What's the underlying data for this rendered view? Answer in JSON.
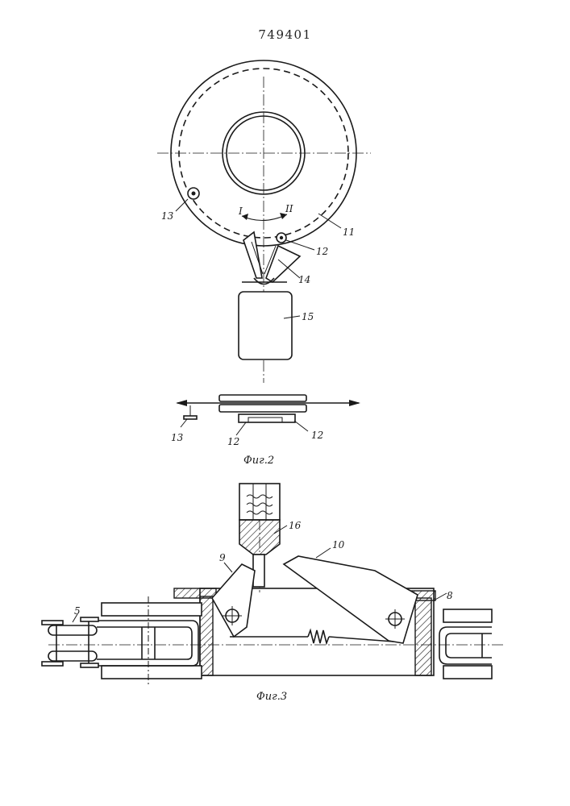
{
  "patent_number": "749401",
  "figures": {
    "fig2": {
      "caption": "Фиг.2",
      "labels": {
        "l13_top": "13",
        "l11": "11",
        "l12_top": "12",
        "l14": "14",
        "l15": "15",
        "dir_I": "I",
        "dir_II": "II",
        "l13_bottom": "13",
        "l12_bottom_left": "12",
        "l12_bottom_right": "12"
      }
    },
    "fig3": {
      "caption": "Фиг.3",
      "labels": {
        "l16": "16",
        "l9": "9",
        "l10": "10",
        "l8": "8",
        "l5": "5"
      }
    }
  }
}
